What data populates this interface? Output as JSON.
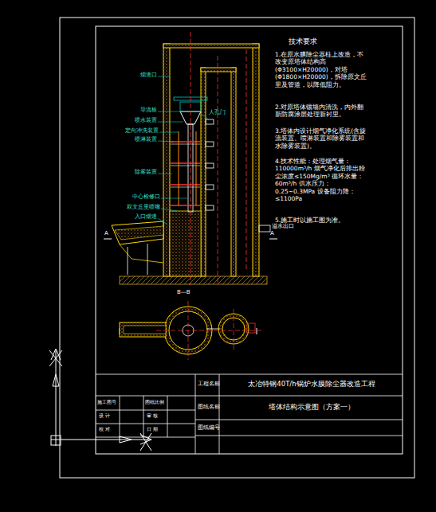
{
  "diagram": {
    "title": "塔体结构示意图（方案一）",
    "labels": [
      "技术要求",
      "1.在原水膜除尘器柱上改造，不改变原塔体结构高(Φ3100×H20000)，对塔(Φ1800×H20000)，拆除原文丘里及管道，以降低阻力。",
      "2.对原塔体镶墙内清洗，内外翻新防腐涂层处理新衬里。",
      "3.塔体内设计烟气净化系统(含旋流装置、喷淋装置和除雾装置和水除雾装置)。",
      "4.技术性能：处理烟气量：110000m³/h 烟气净化后排出粉尘浓度≤150Mg/m³ 循环水量：60m³/h 供水压力：0.25~0.3MPa 设备阻力降：≤1100Pa",
      "5.施工时以施工图为准。",
      "烟道口",
      "导流板",
      "喷水装置",
      "定向冲洗装置",
      "喷淋装置",
      "除雾装置",
      "中心检修口",
      "双文丘里喷嘴",
      "入口烟道",
      "人孔门",
      "溢水出口",
      "A",
      "A",
      "B—B",
      "工程名称",
      "太冶特钢40T/h锅炉水膜除尘器改造工程",
      "图纸名称",
      "图纸编号",
      "施工图号",
      "图纸比例",
      "设 计",
      "审 核",
      "校 对",
      "日 期"
    ]
  }
}
